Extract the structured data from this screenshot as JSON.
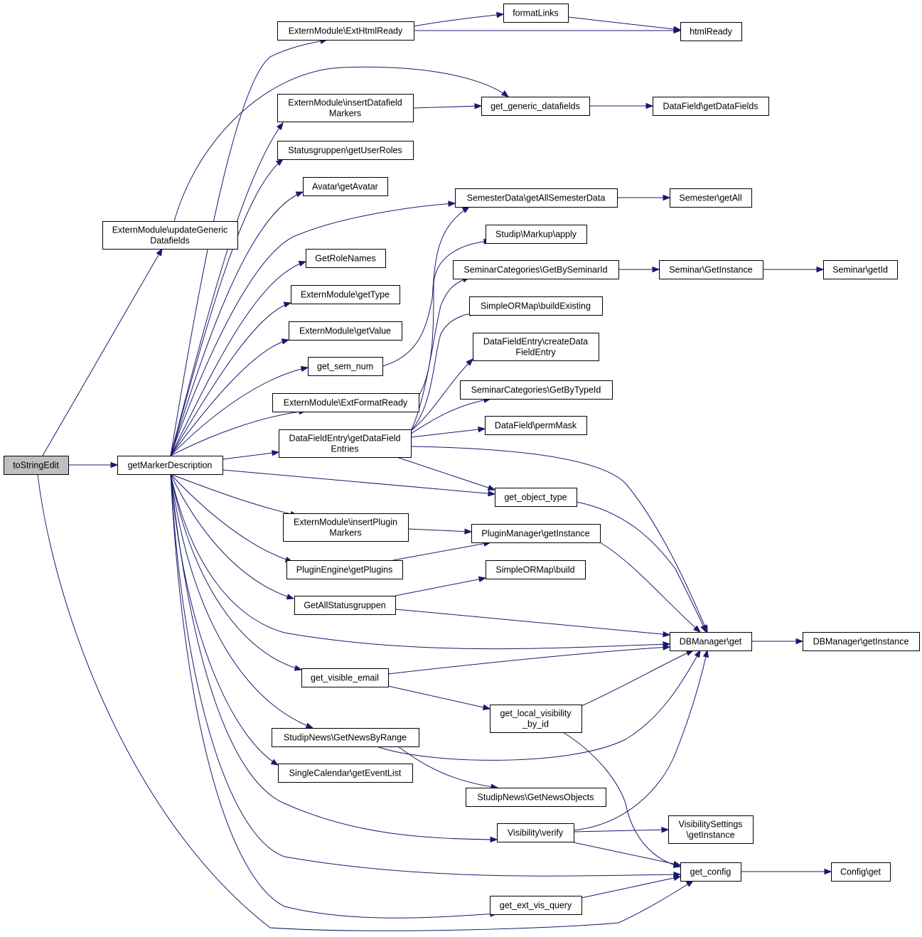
{
  "nodes": {
    "toStringEdit": {
      "lines": [
        "toStringEdit"
      ]
    },
    "getMarkerDescription": {
      "lines": [
        "getMarkerDescription"
      ]
    },
    "updateGeneric": {
      "lines": [
        "ExternModule\\updateGeneric",
        "Datafields"
      ]
    },
    "extHtmlReady": {
      "lines": [
        "ExternModule\\ExtHtmlReady"
      ]
    },
    "formatLinks": {
      "lines": [
        "formatLinks"
      ]
    },
    "htmlReady": {
      "lines": [
        "htmlReady"
      ]
    },
    "insertDatafield": {
      "lines": [
        "ExternModule\\insertDatafield",
        "Markers"
      ]
    },
    "getGenericDatafields": {
      "lines": [
        "get_generic_datafields"
      ]
    },
    "dfGetDataFields": {
      "lines": [
        "DataField\\getDataFields"
      ]
    },
    "getUserRoles": {
      "lines": [
        "Statusgruppen\\getUserRoles"
      ]
    },
    "getAvatar": {
      "lines": [
        "Avatar\\getAvatar"
      ]
    },
    "getAllSemesterData": {
      "lines": [
        "SemesterData\\getAllSemesterData"
      ]
    },
    "semesterGetAll": {
      "lines": [
        "Semester\\getAll"
      ]
    },
    "markupApply": {
      "lines": [
        "Studip\\Markup\\apply"
      ]
    },
    "getRoleNames": {
      "lines": [
        "GetRoleNames"
      ]
    },
    "getBySeminarId": {
      "lines": [
        "SeminarCategories\\GetBySeminarId"
      ]
    },
    "seminarGetInstance": {
      "lines": [
        "Seminar\\GetInstance"
      ]
    },
    "seminarGetId": {
      "lines": [
        "Seminar\\getId"
      ]
    },
    "emGetType": {
      "lines": [
        "ExternModule\\getType"
      ]
    },
    "buildExisting": {
      "lines": [
        "SimpleORMap\\buildExisting"
      ]
    },
    "emGetValue": {
      "lines": [
        "ExternModule\\getValue"
      ]
    },
    "createDataFieldEntry": {
      "lines": [
        "DataFieldEntry\\createData",
        "FieldEntry"
      ]
    },
    "getSemNum": {
      "lines": [
        "get_sem_num"
      ]
    },
    "getByTypeId": {
      "lines": [
        "SeminarCategories\\GetByTypeId"
      ]
    },
    "extFormatReady": {
      "lines": [
        "ExternModule\\ExtFormatReady"
      ]
    },
    "permMask": {
      "lines": [
        "DataField\\permMask"
      ]
    },
    "getDataFieldEntries": {
      "lines": [
        "DataFieldEntry\\getDataField",
        "Entries"
      ]
    },
    "getObjectType": {
      "lines": [
        "get_object_type"
      ]
    },
    "insertPlugin": {
      "lines": [
        "ExternModule\\insertPlugin",
        "Markers"
      ]
    },
    "pluginManagerGetInstance": {
      "lines": [
        "PluginManager\\getInstance"
      ]
    },
    "getPlugins": {
      "lines": [
        "PluginEngine\\getPlugins"
      ]
    },
    "ormBuild": {
      "lines": [
        "SimpleORMap\\build"
      ]
    },
    "getAllStatusgruppen": {
      "lines": [
        "GetAllStatusgruppen"
      ]
    },
    "dbGet": {
      "lines": [
        "DBManager\\get"
      ]
    },
    "dbGetInstance": {
      "lines": [
        "DBManager\\getInstance"
      ]
    },
    "getVisibleEmail": {
      "lines": [
        "get_visible_email"
      ]
    },
    "getLocalVisibility": {
      "lines": [
        "get_local_visibility",
        "_by_id"
      ]
    },
    "getNewsByRange": {
      "lines": [
        "StudipNews\\GetNewsByRange"
      ]
    },
    "getEventList": {
      "lines": [
        "SingleCalendar\\getEventList"
      ]
    },
    "getNewsObjects": {
      "lines": [
        "StudipNews\\GetNewsObjects"
      ]
    },
    "visibilityVerify": {
      "lines": [
        "Visibility\\verify"
      ]
    },
    "visSettingsGetInstance": {
      "lines": [
        "VisibilitySettings",
        "\\getInstance"
      ]
    },
    "getConfig": {
      "lines": [
        "get_config"
      ]
    },
    "configGet": {
      "lines": [
        "Config\\get"
      ]
    },
    "getExtVisQuery": {
      "lines": [
        "get_ext_vis_query"
      ]
    }
  },
  "edges": [
    [
      "toStringEdit",
      "getMarkerDescription"
    ],
    [
      "toStringEdit",
      "updateGeneric"
    ],
    [
      "toStringEdit",
      "getConfig"
    ],
    [
      "updateGeneric",
      "getGenericDatafields"
    ],
    [
      "getMarkerDescription",
      "extHtmlReady"
    ],
    [
      "getMarkerDescription",
      "insertDatafield"
    ],
    [
      "getMarkerDescription",
      "getUserRoles"
    ],
    [
      "getMarkerDescription",
      "getAvatar"
    ],
    [
      "getMarkerDescription",
      "getAllSemesterData"
    ],
    [
      "getMarkerDescription",
      "getRoleNames"
    ],
    [
      "getMarkerDescription",
      "emGetType"
    ],
    [
      "getMarkerDescription",
      "emGetValue"
    ],
    [
      "getMarkerDescription",
      "getSemNum"
    ],
    [
      "getMarkerDescription",
      "extFormatReady"
    ],
    [
      "getMarkerDescription",
      "getDataFieldEntries"
    ],
    [
      "getMarkerDescription",
      "getObjectType"
    ],
    [
      "getMarkerDescription",
      "insertPlugin"
    ],
    [
      "getMarkerDescription",
      "getPlugins"
    ],
    [
      "getMarkerDescription",
      "getAllStatusgruppen"
    ],
    [
      "getMarkerDescription",
      "dbGet"
    ],
    [
      "getMarkerDescription",
      "getVisibleEmail"
    ],
    [
      "getMarkerDescription",
      "getNewsByRange"
    ],
    [
      "getMarkerDescription",
      "getEventList"
    ],
    [
      "getMarkerDescription",
      "visibilityVerify"
    ],
    [
      "getMarkerDescription",
      "getConfig"
    ],
    [
      "getMarkerDescription",
      "getExtVisQuery"
    ],
    [
      "extHtmlReady",
      "formatLinks"
    ],
    [
      "extHtmlReady",
      "htmlReady"
    ],
    [
      "formatLinks",
      "htmlReady"
    ],
    [
      "insertDatafield",
      "getGenericDatafields"
    ],
    [
      "getGenericDatafields",
      "dfGetDataFields"
    ],
    [
      "getAllSemesterData",
      "semesterGetAll"
    ],
    [
      "getSemNum",
      "getAllSemesterData"
    ],
    [
      "extFormatReady",
      "markupApply"
    ],
    [
      "getBySeminarId",
      "seminarGetInstance"
    ],
    [
      "seminarGetInstance",
      "seminarGetId"
    ],
    [
      "getDataFieldEntries",
      "getBySeminarId"
    ],
    [
      "getDataFieldEntries",
      "buildExisting"
    ],
    [
      "getDataFieldEntries",
      "createDataFieldEntry"
    ],
    [
      "getDataFieldEntries",
      "getByTypeId"
    ],
    [
      "getDataFieldEntries",
      "permMask"
    ],
    [
      "getDataFieldEntries",
      "getObjectType"
    ],
    [
      "getDataFieldEntries",
      "dbGet"
    ],
    [
      "getObjectType",
      "dbGet"
    ],
    [
      "insertPlugin",
      "pluginManagerGetInstance"
    ],
    [
      "getPlugins",
      "pluginManagerGetInstance"
    ],
    [
      "pluginManagerGetInstance",
      "dbGet"
    ],
    [
      "getAllStatusgruppen",
      "ormBuild"
    ],
    [
      "getAllStatusgruppen",
      "dbGet"
    ],
    [
      "dbGet",
      "dbGetInstance"
    ],
    [
      "getVisibleEmail",
      "dbGet"
    ],
    [
      "getVisibleEmail",
      "getLocalVisibility"
    ],
    [
      "getLocalVisibility",
      "dbGet"
    ],
    [
      "getLocalVisibility",
      "getConfig"
    ],
    [
      "getNewsByRange",
      "dbGet"
    ],
    [
      "getNewsByRange",
      "getNewsObjects"
    ],
    [
      "visibilityVerify",
      "dbGet"
    ],
    [
      "visibilityVerify",
      "visSettingsGetInstance"
    ],
    [
      "visibilityVerify",
      "getConfig"
    ],
    [
      "getConfig",
      "configGet"
    ],
    [
      "getExtVisQuery",
      "getConfig"
    ]
  ]
}
